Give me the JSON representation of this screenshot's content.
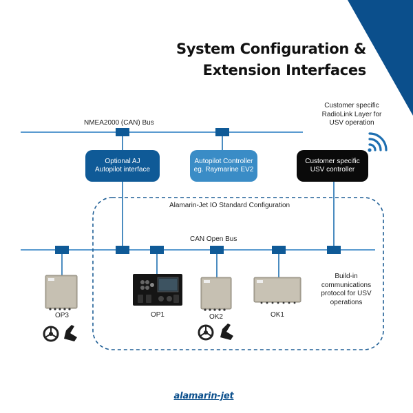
{
  "title": {
    "line1": "System Configuration &",
    "line2": "Extension Interfaces"
  },
  "nmea_bus_label": "NMEA2000 (CAN) Bus",
  "can_bus_label": "CAN Open Bus",
  "standard_config_label": "Alamarin-Jet IO Standard Configuration",
  "radiolink_label": [
    "Customer specific",
    "RadioLink Layer for",
    "USV operation"
  ],
  "boxes": {
    "optional_aj": [
      "Optional AJ",
      "Autopilot interface"
    ],
    "autopilot_controller": [
      "Autopilot Controller",
      "eg. Raymarine EV2"
    ],
    "usv_controller": [
      "Customer specific",
      "USV controller"
    ]
  },
  "build_in_label": [
    "Build-in",
    "communications",
    "protocol for USV",
    "operations"
  ],
  "devices": {
    "op3": "OP3",
    "op1": "OP1",
    "ok2": "OK2",
    "ok1": "OK1"
  },
  "logo": "alamarin-jet",
  "colors": {
    "corner": "#0b4f8c",
    "dark_blue": "#0f5a97",
    "light_blue": "#3a8cc6",
    "black": "#0a0a0a",
    "bus": "#1e6fb1",
    "connector": "#0f5a97"
  }
}
